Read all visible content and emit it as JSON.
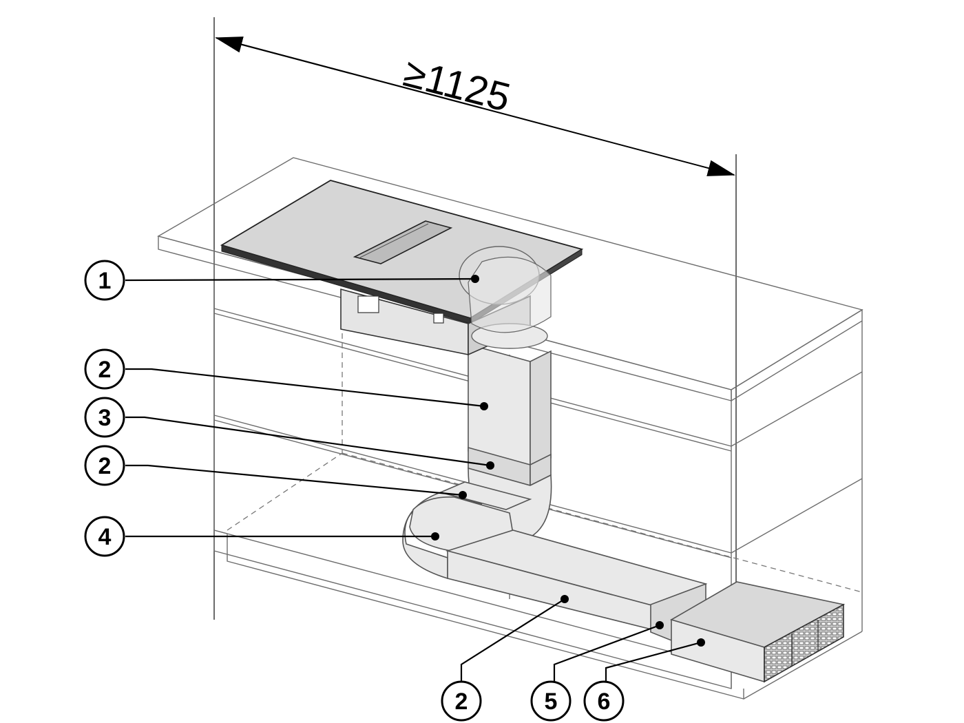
{
  "dimension": {
    "label": "≥1125"
  },
  "callouts": [
    {
      "id": "c1",
      "label": "1"
    },
    {
      "id": "c2a",
      "label": "2"
    },
    {
      "id": "c3",
      "label": "3"
    },
    {
      "id": "c2b",
      "label": "2"
    },
    {
      "id": "c4",
      "label": "4"
    },
    {
      "id": "c2c",
      "label": "2"
    },
    {
      "id": "c5",
      "label": "5"
    },
    {
      "id": "c6",
      "label": "6"
    }
  ],
  "colors": {
    "line": "#000000",
    "cabinet": "#6d6d6d",
    "cooktop": "#d4d4d4",
    "duct": "#e9e9e9",
    "background": "#ffffff"
  }
}
